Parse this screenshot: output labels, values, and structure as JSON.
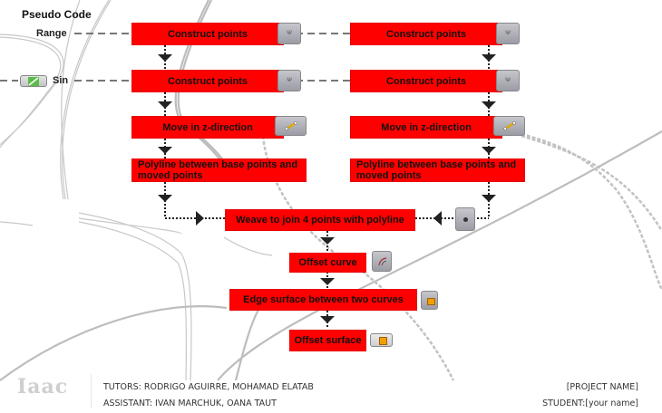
{
  "diagram": {
    "title": "Pseudo Code",
    "inputs": {
      "range_label": "Range",
      "sin_label": "Sin"
    },
    "left_column": [
      "Construct points",
      "Construct points",
      "Move in z-direction",
      "Polyline between base points and moved points"
    ],
    "right_column": [
      "Construct points",
      "Construct points",
      "Move in z-direction",
      "Polyline between base points and moved points"
    ],
    "center_column": [
      "Weave to join 4 points with polyline",
      "Offset curve",
      "Edge surface between two curves",
      "Offset surface"
    ],
    "box_color": "#ff0000",
    "component_icons": {
      "construct_point": "construct-point-icon",
      "move": "move-icon",
      "weave": "weave-icon",
      "offset_curve": "offset-curve-icon",
      "edge_surface": "edge-surface-icon",
      "offset_surface": "offset-surface-icon",
      "graph_mapper": "graph-mapper-icon"
    }
  },
  "footer": {
    "logo": "Iaac",
    "tutors": "TUTORS: RODRIGO AGUIRRE, MOHAMAD ELATAB",
    "assistant": "ASSISTANT: IVAN MARCHUK, OANA TAUT",
    "project": "[PROJECT NAME]",
    "student": "STUDENT:[your name]"
  }
}
